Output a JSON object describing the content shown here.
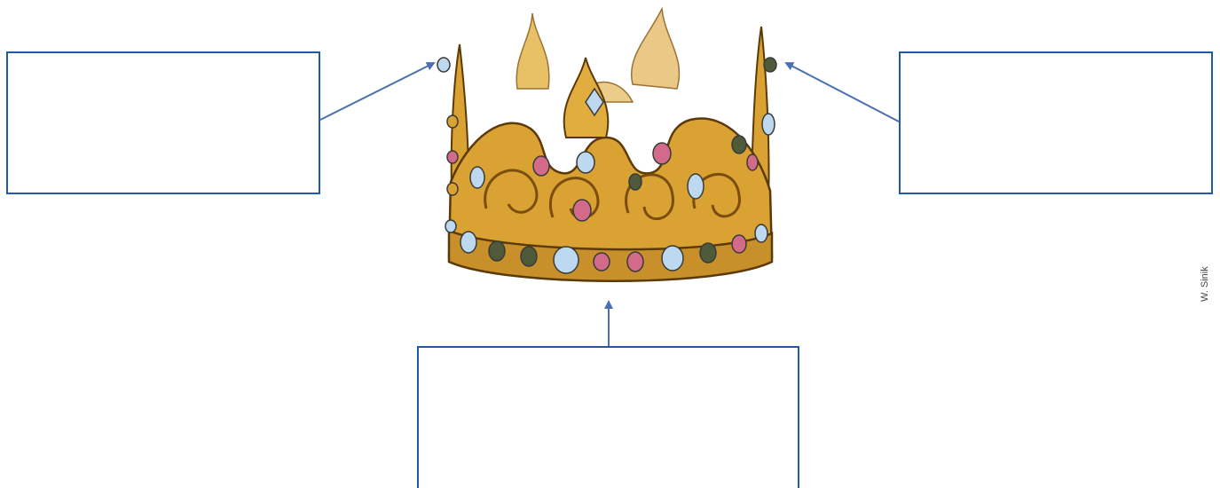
{
  "diagram": {
    "subject_icon": "jeweled-crown-icon",
    "label_boxes": [
      {
        "id": "left",
        "text": ""
      },
      {
        "id": "right",
        "text": ""
      },
      {
        "id": "bottom",
        "text": ""
      }
    ],
    "colors": {
      "box_border": "#1f5aa3",
      "arrow": "#4a6fb5",
      "gold": "#d9a233",
      "gold_dark": "#8a5a12",
      "jewel_blue": "#bcd9ef",
      "jewel_pink": "#d36a8a",
      "jewel_dark": "#4f5a3a"
    }
  },
  "credit": "W. Sinik"
}
